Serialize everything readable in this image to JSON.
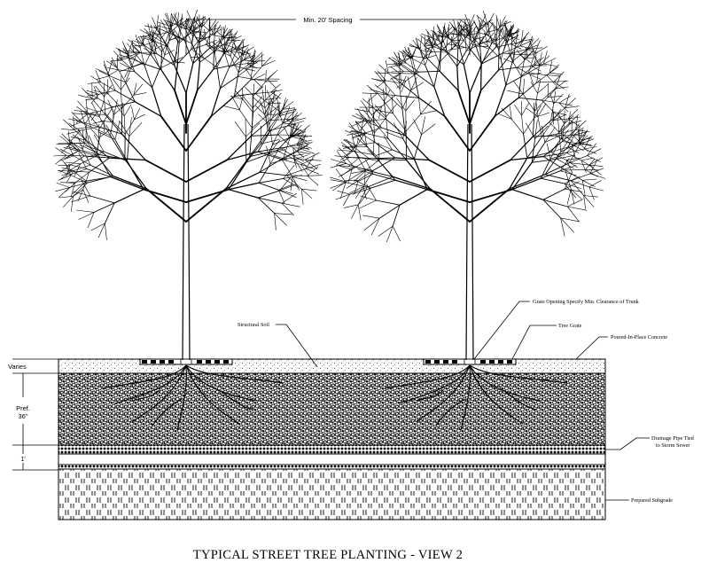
{
  "diagram": {
    "title": "TYPICAL STREET TREE PLANTING - VIEW 2",
    "dimensions": {
      "spacing": "Min. 20' Spacing",
      "varies": "Varies",
      "pref_line1": "Pref.",
      "pref_line2": "36\"",
      "small": "1'"
    },
    "callouts": {
      "structural_soil": "Structural Soil",
      "grate_opening": "Grate Opening Specify Min. Clearance of Trunk",
      "tree_grate": "Tree Grate",
      "concrete": "Poured-In-Place Concrete",
      "drainage_line1": "Drainage Pipe Tied",
      "drainage_line2": "to Storm Sewer",
      "subgrade": "Prepared Subgrade"
    },
    "colors": {
      "ink": "#000000",
      "paper": "#ffffff"
    }
  }
}
